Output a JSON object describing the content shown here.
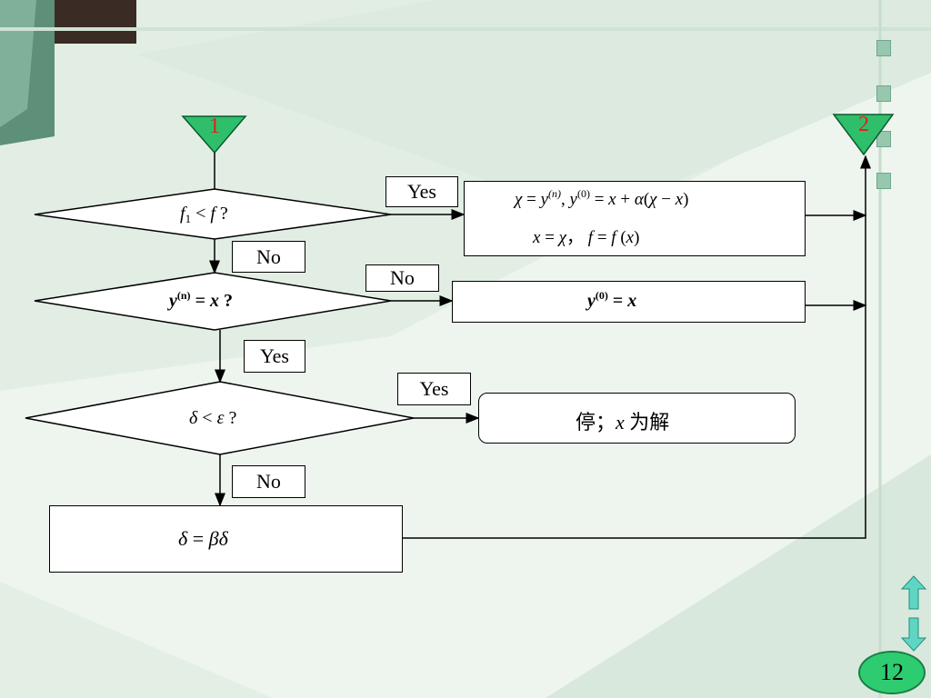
{
  "markers": {
    "start": "1",
    "end": "2"
  },
  "decisions": {
    "d1": {
      "f": "f",
      "sub": "1",
      "op": " < ",
      "f2": "f",
      "q": " ?"
    },
    "d2": {
      "y": "y",
      "sup": "(n)",
      "eq": " = ",
      "x": "x",
      "q": " ?"
    },
    "d3": {
      "delta": "δ",
      "op": " < ",
      "eps": "ε",
      "q": " ?"
    }
  },
  "labels": {
    "yes1": "Yes",
    "no1": "No",
    "no2": "No",
    "yes2": "Yes",
    "yes3": "Yes",
    "no3": "No"
  },
  "boxes": {
    "update": {
      "line1": {
        "chi": "χ",
        "eq": " = ",
        "y": "y",
        "sup_n": "(n)",
        "comma": ", ",
        "y0": "y",
        "sup_0": "(0)",
        "eq2": " = ",
        "x": "x",
        "plus": " + ",
        "alpha": "α",
        "paren": "(",
        "chi2": "χ",
        "minus": " − ",
        "x2": "x",
        "close": ")"
      },
      "line2": {
        "x": "x",
        "eq": " = ",
        "chi": "χ",
        "sep": "，  ",
        "f": "f",
        "eq2": " = ",
        "f2": "f",
        "open": " (",
        "x2": "x",
        "close": ")"
      }
    },
    "reset": {
      "y": "y",
      "sup": "(0)",
      "eq": " = ",
      "x": "x"
    },
    "stop": {
      "pre": "停；",
      "x": "x",
      "post": " 为解"
    },
    "shrink": {
      "d1": "δ",
      "eq": " = ",
      "beta": "β",
      "d2": "δ"
    }
  },
  "nav": {
    "up": "up-arrow-icon",
    "down": "down-arrow-icon"
  },
  "page": "12",
  "colors": {
    "marker_fill": "#2fbf6b",
    "marker_text": "#e0201a",
    "page_badge": "#2ecc71"
  }
}
